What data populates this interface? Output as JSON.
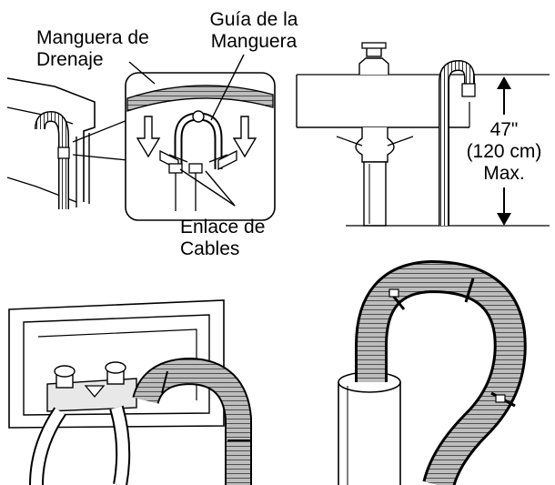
{
  "labels": {
    "hose_guide_line1": "Guía de la",
    "hose_guide_line2": "Manguera",
    "drain_hose_line1": "Manguera de",
    "drain_hose_line2": "Drenaje",
    "cable_tie_line1": "Enlace de",
    "cable_tie_line2": "Cables",
    "height_value": "47\"",
    "height_metric": "(120 cm)",
    "height_max": "Max."
  },
  "colors": {
    "line": "#000000",
    "hose_fill": "#9a9a9a",
    "hose_dark": "#555555",
    "background": "#ffffff"
  }
}
